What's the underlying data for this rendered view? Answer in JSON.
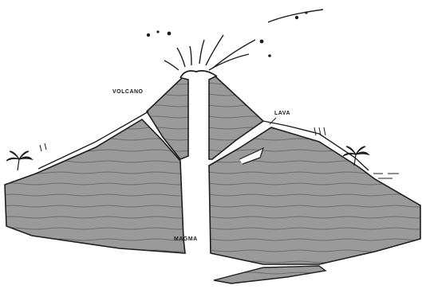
{
  "labels": {
    "volcano": "VOLCANO",
    "lava": "LAVA",
    "magma": "MAGMA"
  },
  "colors": {
    "rock": "#9a9a9a",
    "ink": "#1e1e1e",
    "paper": "#ffffff"
  }
}
